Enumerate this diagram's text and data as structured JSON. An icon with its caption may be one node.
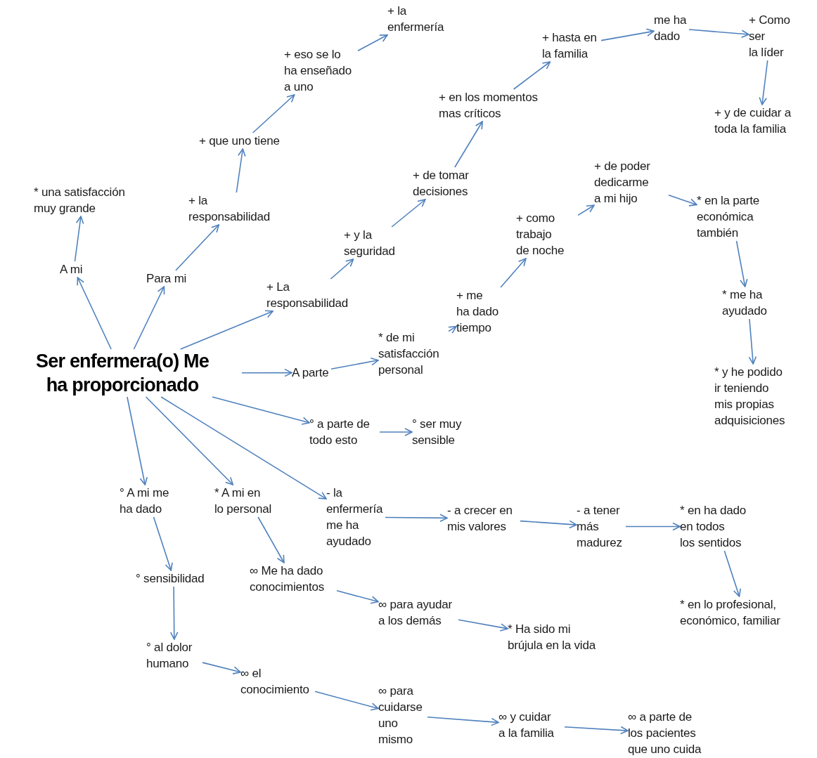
{
  "diagram": {
    "nodes": [
      {
        "text": [
          "Ser enfermera(o) Me ha proporcionado"
        ]
      },
      {
        "text": [
          "A mi"
        ]
      },
      {
        "text": [
          "* una satisfacción muy grande"
        ]
      },
      {
        "text": [
          "Para mi"
        ]
      },
      {
        "text": [
          "+ la responsabilidad"
        ]
      },
      {
        "text": [
          "+ que uno tiene"
        ]
      },
      {
        "text": [
          "+ eso se lo ha enseñado a uno"
        ]
      },
      {
        "text": [
          "+ la enfermería"
        ]
      },
      {
        "text": [
          "+ La responsabilidad"
        ]
      },
      {
        "text": [
          "+ y la seguridad"
        ]
      },
      {
        "text": [
          "+ de tomar decisiones"
        ]
      },
      {
        "text": [
          "+ en los momentos mas críticos"
        ]
      },
      {
        "text": [
          "+ hasta en la familia"
        ]
      },
      {
        "text": [
          "me ha dado"
        ]
      },
      {
        "text": [
          "+ Como ser la líder"
        ]
      },
      {
        "text": [
          "+ y de cuidar a toda la familia"
        ]
      },
      {
        "text": [
          "A parte"
        ]
      },
      {
        "text": [
          "* de mi satisfacción personal"
        ]
      },
      {
        "text": [
          "+ me ha dado tiempo"
        ]
      },
      {
        "text": [
          "+ como trabajo de noche"
        ]
      },
      {
        "text": [
          "+ de poder dedicarme a mi hijo"
        ]
      },
      {
        "text": [
          "* en la parte económica también"
        ]
      },
      {
        "text": [
          "* me ha ayudado"
        ]
      },
      {
        "text": [
          "* y he podido ir teniendo mis propias adquisiciones"
        ]
      },
      {
        "text": [
          "° a parte de todo esto"
        ]
      },
      {
        "text": [
          "° ser muy sensible"
        ]
      },
      {
        "text": [
          "° A mi me ha dado"
        ]
      },
      {
        "text": [
          "* A mi en lo personal"
        ]
      },
      {
        "text": [
          "- la enfermería me ha ayudado"
        ]
      },
      {
        "text": [
          "- a crecer en mis valores"
        ]
      },
      {
        "text": [
          "- a tener más madurez"
        ]
      },
      {
        "text": [
          "* en ha dado en todos los sentidos"
        ]
      },
      {
        "text": [
          "* en lo profesional, económico, familiar"
        ]
      },
      {
        "text": [
          "° sensibilidad"
        ]
      },
      {
        "text": [
          "° al dolor humano"
        ]
      },
      {
        "text": [
          "∞ Me ha dado conocimientos"
        ]
      },
      {
        "text": [
          "∞ para ayudar a los demás"
        ]
      },
      {
        "text": [
          "* Ha sido mi brújula en la vida"
        ]
      },
      {
        "text": [
          "∞ el conocimiento"
        ]
      },
      {
        "text": [
          "∞ para cuidarse uno mismo"
        ]
      },
      {
        "text": [
          "∞ y cuidar a la familia"
        ]
      },
      {
        "text": [
          "∞ a parte de los pacientes que uno cuida"
        ]
      }
    ],
    "edges": [
      {
        "from": 0,
        "to": 1,
        "arrow": "to"
      },
      {
        "from": 1,
        "to": 2,
        "arrow": "to"
      },
      {
        "from": 0,
        "to": 3,
        "arrow": "to"
      },
      {
        "from": 3,
        "to": 4,
        "arrow": "to"
      },
      {
        "from": 4,
        "to": 5,
        "arrow": "to"
      },
      {
        "from": 5,
        "to": 6,
        "arrow": "to"
      },
      {
        "from": 6,
        "to": 7,
        "arrow": "to"
      },
      {
        "from": 0,
        "to": 8,
        "arrow": "to"
      },
      {
        "from": 8,
        "to": 9,
        "arrow": "to"
      },
      {
        "from": 9,
        "to": 10,
        "arrow": "to"
      },
      {
        "from": 10,
        "to": 11,
        "arrow": "to"
      },
      {
        "from": 11,
        "to": 12,
        "arrow": "to"
      },
      {
        "from": 12,
        "to": 13,
        "arrow": "to"
      },
      {
        "from": 13,
        "to": 14,
        "arrow": "to"
      },
      {
        "from": 14,
        "to": 15,
        "arrow": "to"
      },
      {
        "from": 0,
        "to": 16,
        "arrow": "to"
      },
      {
        "from": 16,
        "to": 17,
        "arrow": "to"
      },
      {
        "from": 17,
        "to": 18,
        "arrow": "to"
      },
      {
        "from": 18,
        "to": 19,
        "arrow": "to"
      },
      {
        "from": 19,
        "to": 20,
        "arrow": "to"
      },
      {
        "from": 20,
        "to": 21,
        "arrow": "to"
      },
      {
        "from": 21,
        "to": 22,
        "arrow": "to"
      },
      {
        "from": 22,
        "to": 23,
        "arrow": "to"
      },
      {
        "from": 0,
        "to": 24,
        "arrow": "to"
      },
      {
        "from": 24,
        "to": 25,
        "arrow": "to"
      },
      {
        "from": 0,
        "to": 26,
        "arrow": "to"
      },
      {
        "from": 0,
        "to": 27,
        "arrow": "to"
      },
      {
        "from": 0,
        "to": 28,
        "arrow": "to"
      },
      {
        "from": 28,
        "to": 29,
        "arrow": "to"
      },
      {
        "from": 29,
        "to": 30,
        "arrow": "to"
      },
      {
        "from": 30,
        "to": 31,
        "arrow": "to"
      },
      {
        "from": 31,
        "to": 32,
        "arrow": "to"
      },
      {
        "from": 26,
        "to": 33,
        "arrow": "to"
      },
      {
        "from": 27,
        "to": 35,
        "arrow": "to"
      },
      {
        "from": 33,
        "to": 34,
        "arrow": "to"
      },
      {
        "from": 35,
        "to": 36,
        "arrow": "to"
      },
      {
        "from": 36,
        "to": 37,
        "arrow": "to"
      },
      {
        "from": 34,
        "to": 38,
        "arrow": "to"
      },
      {
        "from": 38,
        "to": 39,
        "arrow": "to"
      },
      {
        "from": 39,
        "to": 40,
        "arrow": "to"
      },
      {
        "from": 40,
        "to": 41,
        "arrow": "to"
      }
    ]
  }
}
